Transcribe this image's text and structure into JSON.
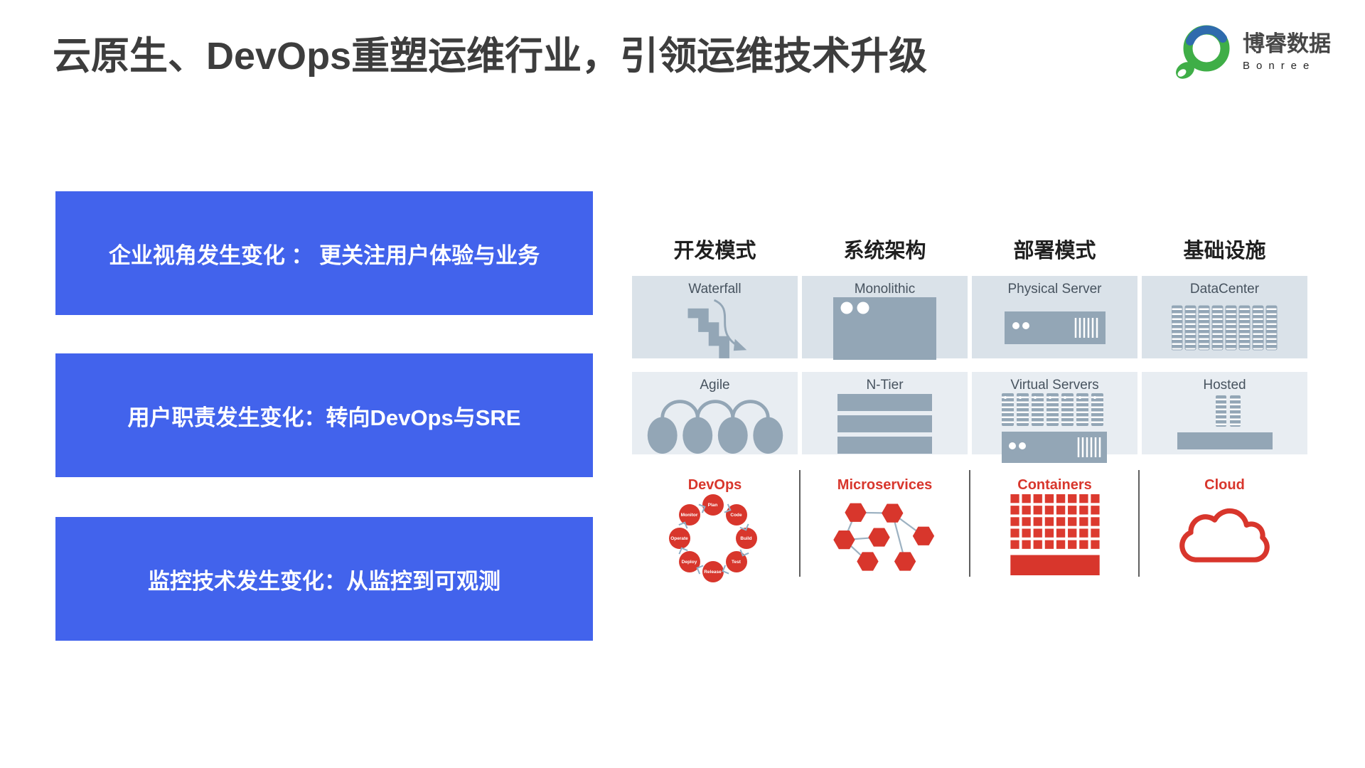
{
  "slide": {
    "title": "云原生、DevOps重塑运维行业，引领运维技术升级",
    "logo": {
      "name": "博睿数据",
      "latin": "Bonree"
    },
    "highlights": [
      {
        "text": "企业视角发生变化 ： 更关注用户体验与业务"
      },
      {
        "text": "用户职责发生变化：转向DevOps与SRE"
      },
      {
        "text": "监控技术发生变化：从监控到可观测"
      }
    ],
    "matrix": {
      "columns": [
        "开发模式",
        "系统架构",
        "部署模式",
        "基础设施"
      ],
      "rows": [
        {
          "era": "traditional",
          "cells": [
            {
              "label": "Waterfall",
              "icon": "waterfall-icon"
            },
            {
              "label": "Monolithic",
              "icon": "monolithic-icon"
            },
            {
              "label": "Physical Server",
              "icon": "physical-server-icon"
            },
            {
              "label": "DataCenter",
              "icon": "datacenter-icon"
            }
          ]
        },
        {
          "era": "transitional",
          "cells": [
            {
              "label": "Agile",
              "icon": "agile-icon"
            },
            {
              "label": "N-Tier",
              "icon": "n-tier-icon"
            },
            {
              "label": "Virtual Servers",
              "icon": "virtual-servers-icon"
            },
            {
              "label": "Hosted",
              "icon": "hosted-icon"
            }
          ]
        },
        {
          "era": "modern",
          "cells": [
            {
              "label": "DevOps",
              "icon": "devops-loop-icon"
            },
            {
              "label": "Microservices",
              "icon": "microservices-icon"
            },
            {
              "label": "Containers",
              "icon": "containers-icon"
            },
            {
              "label": "Cloud",
              "icon": "cloud-icon"
            }
          ]
        }
      ],
      "devops_stages": [
        "Plan",
        "Code",
        "Build",
        "Test",
        "Release",
        "Deploy",
        "Operate",
        "Monitor"
      ]
    },
    "colors": {
      "accent_blue": "#4263EC",
      "slate": "#93A6B6",
      "cell_bg_row1": "#DAE2E9",
      "cell_bg_row2": "#E8EDF2",
      "red": "#D8362C",
      "title_gray": "#3D3D3D",
      "logo_green": "#3FAE47",
      "logo_blue": "#2F6BAD"
    }
  }
}
